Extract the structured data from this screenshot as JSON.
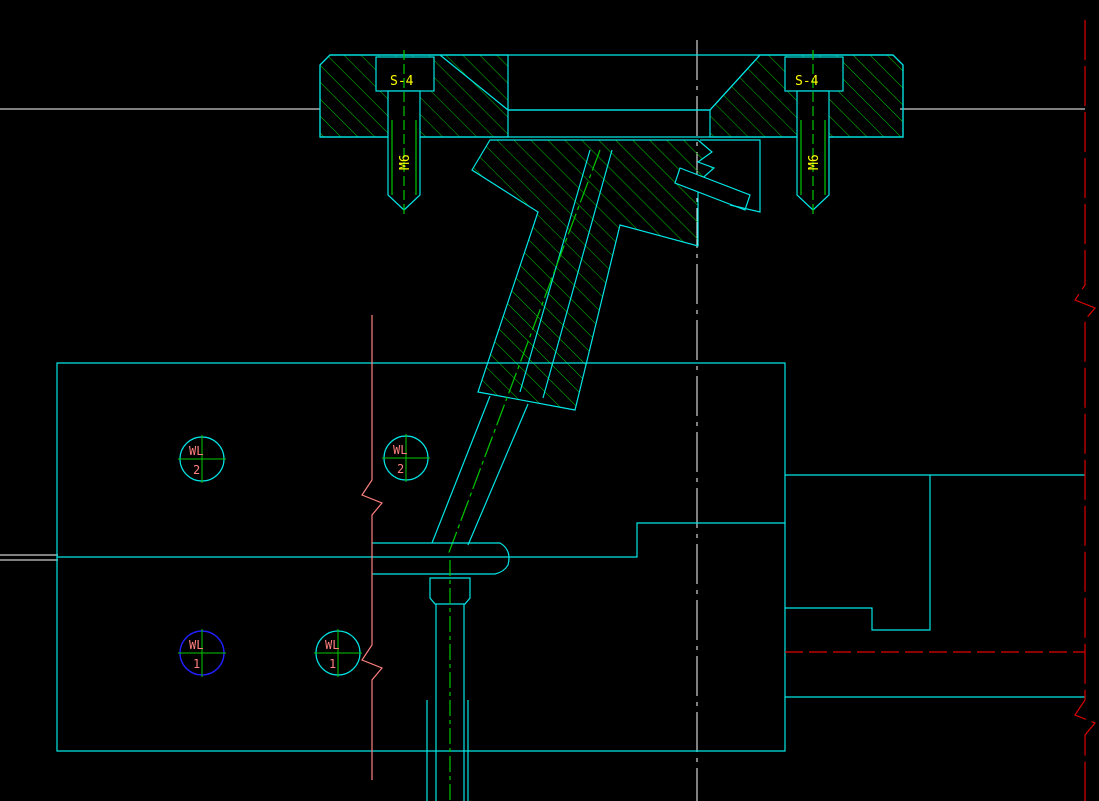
{
  "drawing": {
    "screw_labels": {
      "left_head": "S-4",
      "right_head": "S-4",
      "left_thread": "M6",
      "right_thread": "M6"
    },
    "water_line_marks": [
      {
        "id": "wl2-left",
        "text_top": "WL",
        "text_bottom": "2"
      },
      {
        "id": "wl2-right",
        "text_top": "WL",
        "text_bottom": "2"
      },
      {
        "id": "wl1-left",
        "text_top": "WL",
        "text_bottom": "1"
      },
      {
        "id": "wl1-right",
        "text_top": "WL",
        "text_bottom": "1"
      }
    ],
    "colors": {
      "background": "#000000",
      "outline": "#00e5e5",
      "hatch": "#00c800",
      "text": "#ffff00",
      "centerline": "#ffffff",
      "break_line": "#ff8080",
      "hidden_line": "#e00000",
      "circle_accent": "#2020ff"
    }
  }
}
